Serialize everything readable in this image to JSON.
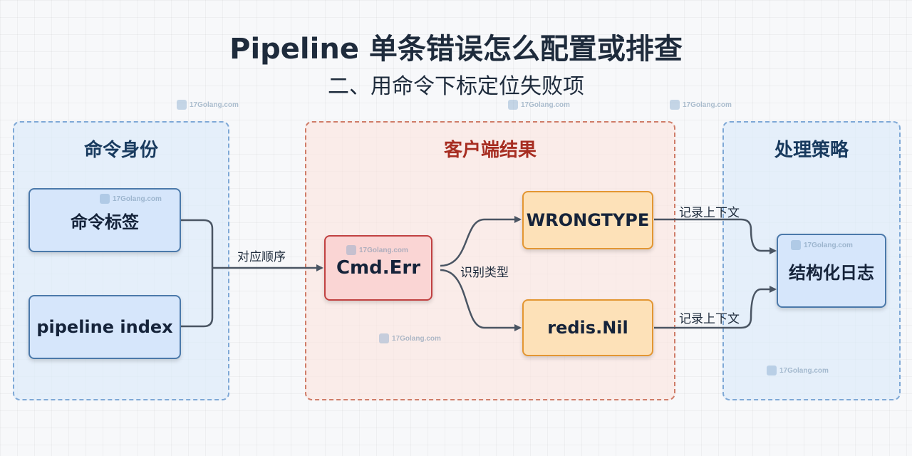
{
  "title": "Pipeline 单条错误怎么配置或排查",
  "subtitle": "二、用命令下标定位失败项",
  "sections": {
    "identity": {
      "title": "命令身份"
    },
    "client": {
      "title": "客户端结果"
    },
    "strategy": {
      "title": "处理策略"
    }
  },
  "nodes": {
    "cmd_label": "命令标签",
    "pipeline_index": "pipeline index",
    "cmd_err": "Cmd.Err",
    "wrongtype": "WRONGTYPE",
    "redis_nil": "redis.Nil",
    "structured_log": "结构化日志"
  },
  "edge_labels": {
    "match_order": "对应顺序",
    "identify_type": "识别类型",
    "record_context_1": "记录上下文",
    "record_context_2": "记录上下文"
  },
  "watermark": "17Golang.com",
  "colors": {
    "edge": "#4a5563",
    "blue_border": "#4b79aa",
    "red_border": "#c14141",
    "orange_border": "#e39632"
  }
}
